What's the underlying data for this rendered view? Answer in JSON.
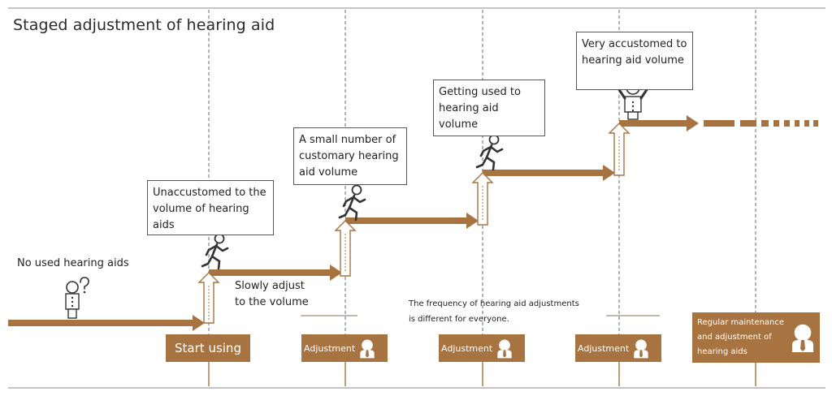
{
  "title": "Staged adjustment of hearing aid",
  "stages": [
    {
      "label": "No used hearing aids"
    },
    {
      "label": "Unaccustomed to the volume of hearing aids"
    },
    {
      "label": "A small number of customary hearing aid volume"
    },
    {
      "label": "Getting used to hearing aid volume"
    },
    {
      "label": "Very accustomed to hearing aid volume"
    }
  ],
  "annotations": {
    "slowly": "Slowly adjust to the volume",
    "frequency": "The frequency of hearing aid adjustments is different for everyone."
  },
  "timeline": {
    "start": "Start using",
    "adjustment": [
      "Adjustment",
      "Adjustment",
      "Adjustment"
    ],
    "maintenance": "Regular maintenance and adjustment of hearing aids"
  },
  "colors": {
    "accent": "#a77341",
    "guide": "#5a6a8c",
    "rule": "#8a8a8a"
  }
}
